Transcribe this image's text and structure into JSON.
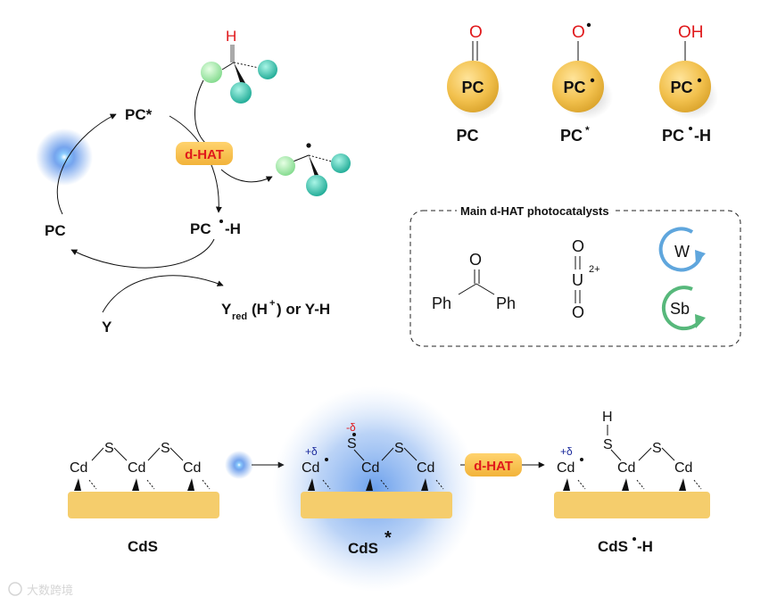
{
  "cycle": {
    "pc_star": "PC*",
    "pc": "PC",
    "pc_h_main": "PC",
    "pc_h_suffix": "-H",
    "dhat_badge": "d-HAT",
    "y": "Y",
    "yred_main": "Y",
    "yred_sub": "red",
    "yred_open": "(H",
    "yred_sup": "+",
    "yred_close": ") or Y-H",
    "h_atom": "H"
  },
  "species": [
    {
      "atom": "O",
      "ball": "PC",
      "name": "PC"
    },
    {
      "atom": "O",
      "ball": "PC",
      "name": "PC",
      "name_suffix": "*"
    },
    {
      "atom": "OH",
      "ball": "PC",
      "name": "PC",
      "name_suffix": "-H"
    }
  ],
  "catalysts": {
    "box_title": "Main d-HAT photocatalysts",
    "benzophenone": {
      "o": "O",
      "ph_left": "Ph",
      "ph_right": "Ph"
    },
    "uranyl": {
      "o_top": "O",
      "u": "U",
      "o_bottom": "O",
      "charge": "2+"
    },
    "tungsten": "W",
    "antimony": "Sb"
  },
  "cds": {
    "cd": "Cd",
    "s": "S",
    "h": "H",
    "plus_delta": "+δ",
    "minus_delta": "-δ",
    "dhat_badge": "d-HAT",
    "label_cds": "CdS",
    "label_cds_star": "CdS",
    "label_cds_star_sup": "*",
    "label_cds_h_main": "CdS",
    "label_cds_h_suffix": "-H"
  },
  "watermark": "大数跨境",
  "colors": {
    "gold": "#f2c14e",
    "red": "#e0181b",
    "green_ball": "#9fe8a4",
    "teal_ball": "#2fc7b0",
    "blue_glow": "#3d7fe6",
    "w_arrow": "#5fa6dd",
    "sb_arrow": "#57b87b"
  }
}
